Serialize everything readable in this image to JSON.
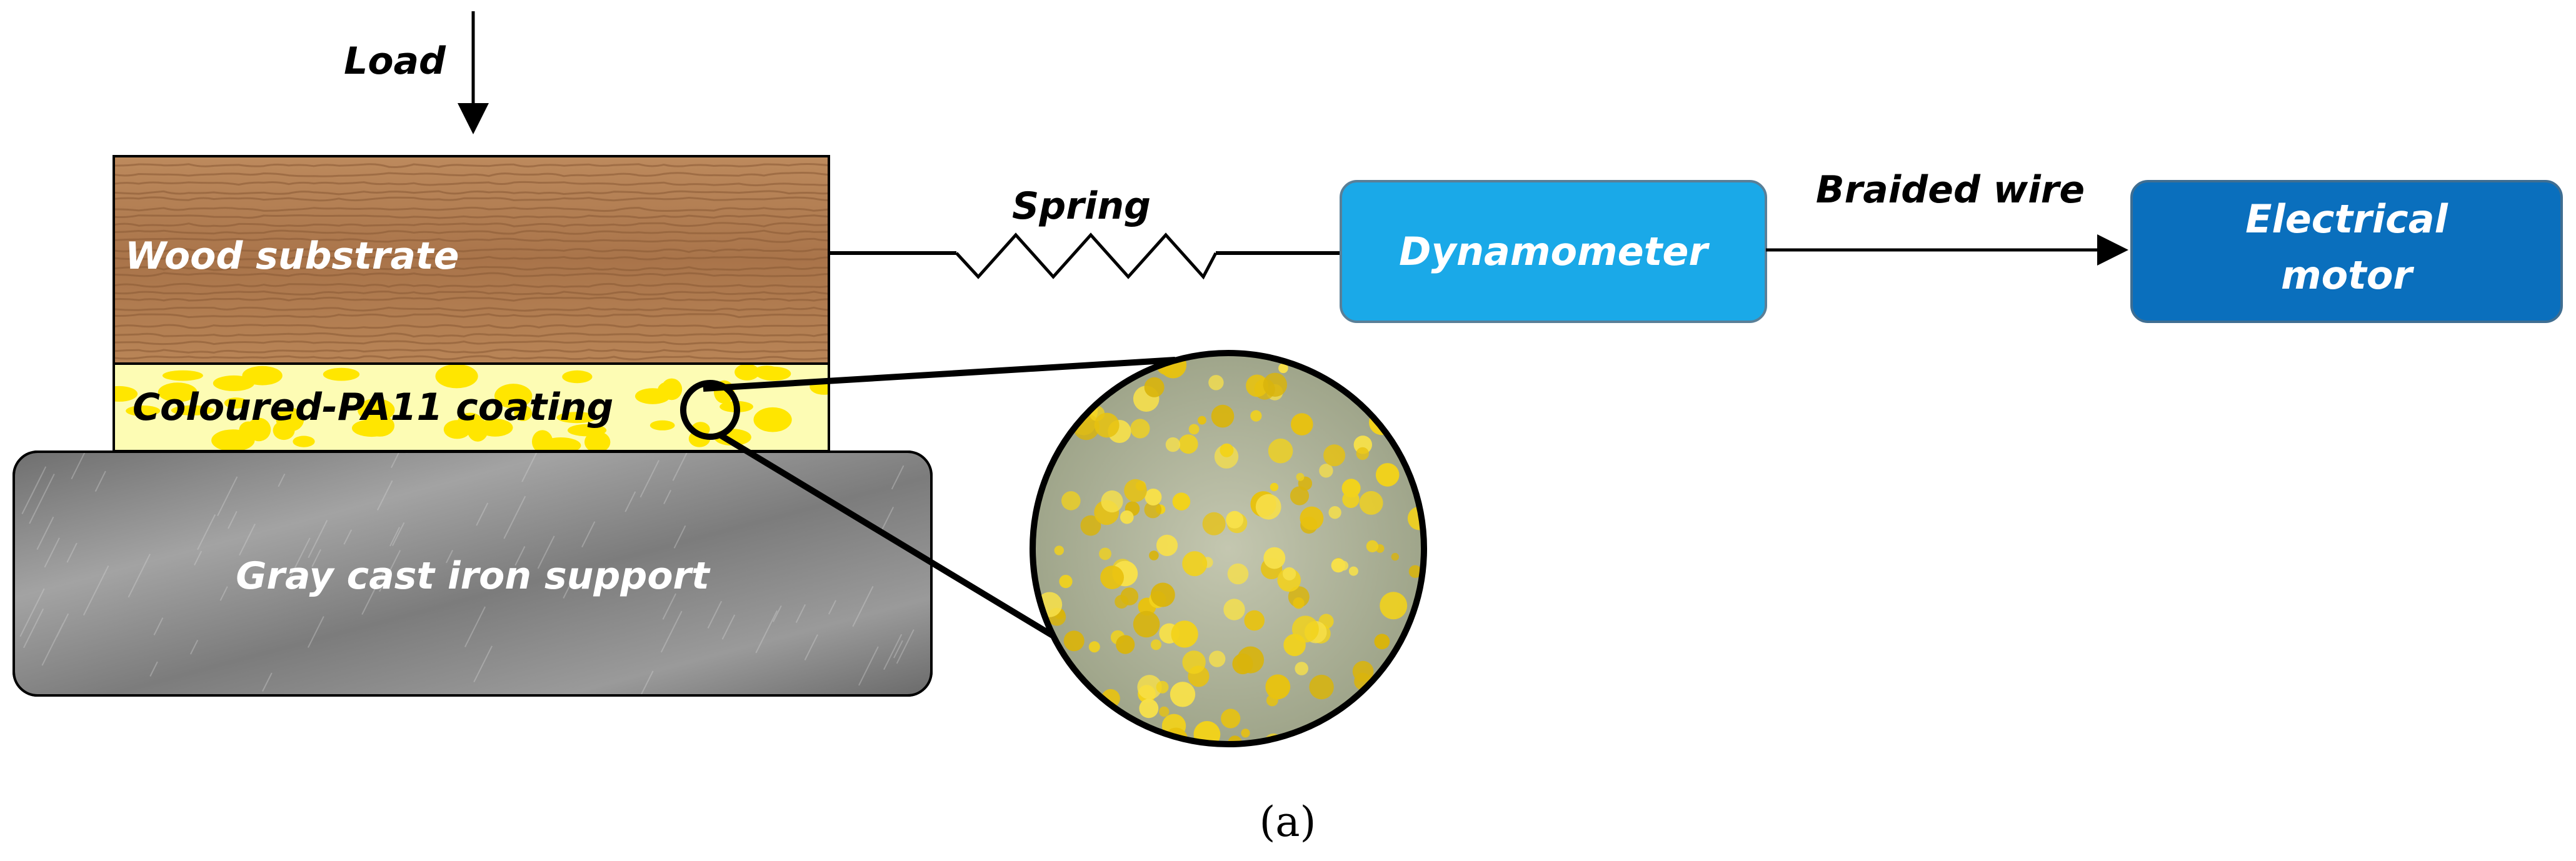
{
  "labels": {
    "load": "Load",
    "wood_substrate": "Wood substrate",
    "coating": "Coloured-PA11 coating",
    "support": "Gray cast iron support",
    "spring": "Spring",
    "dynamometer": "Dynamometer",
    "braided_wire": "Braided wire",
    "motor_line1": "Electrical",
    "motor_line2": "motor"
  },
  "caption": "(a)",
  "colors": {
    "wood": "#b07a4e",
    "wood_grain": "#8a5a35",
    "coating": "#fdfcb4",
    "coating_particles": "#ffe600",
    "iron": "#8e8e8e",
    "dynamometer": "#1aa9e8",
    "motor": "#0a6fbd",
    "stroke": "#000000",
    "magnified_bg": "#b9bea7",
    "magnified_particles": "#f2d21b"
  }
}
